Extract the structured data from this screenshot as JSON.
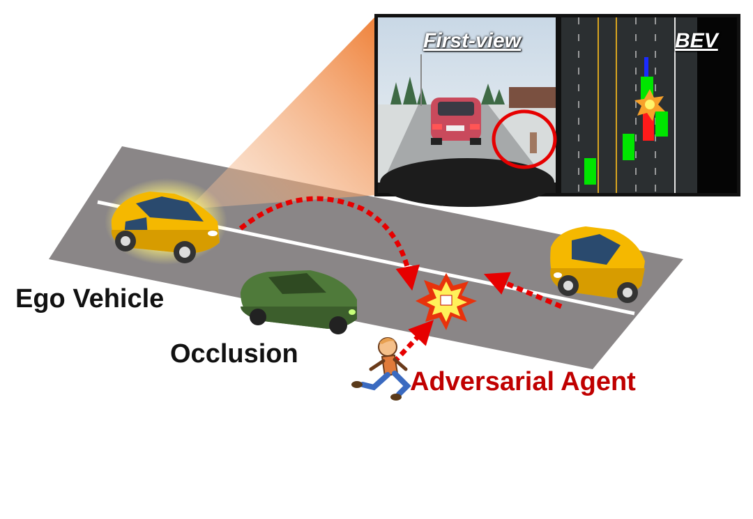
{
  "labels": {
    "ego_vehicle": "Ego Vehicle",
    "occlusion": "Occlusion",
    "adversarial_agent": "Adversarial Agent"
  },
  "panels": {
    "first_view": "First-view",
    "bev": "BEV"
  },
  "colors": {
    "road": "#8a8687",
    "lane_line": "#ffffff",
    "ego_car": "#f5b800",
    "occlusion_car": "#4f7a3a",
    "arrow": "#e60000",
    "adversarial_text": "#c00000",
    "bev_background": "#2b2f31",
    "bev_green": "#00e600",
    "bev_red": "#ff1a1a",
    "bev_blue": "#1a2bff",
    "bev_yellow_line": "#d9a520",
    "cone": "#f08a3c"
  },
  "icons": [
    "car-icon",
    "occluding-car-icon",
    "oncoming-car-icon",
    "running-pedestrian-icon",
    "collision-burst-icon"
  ]
}
